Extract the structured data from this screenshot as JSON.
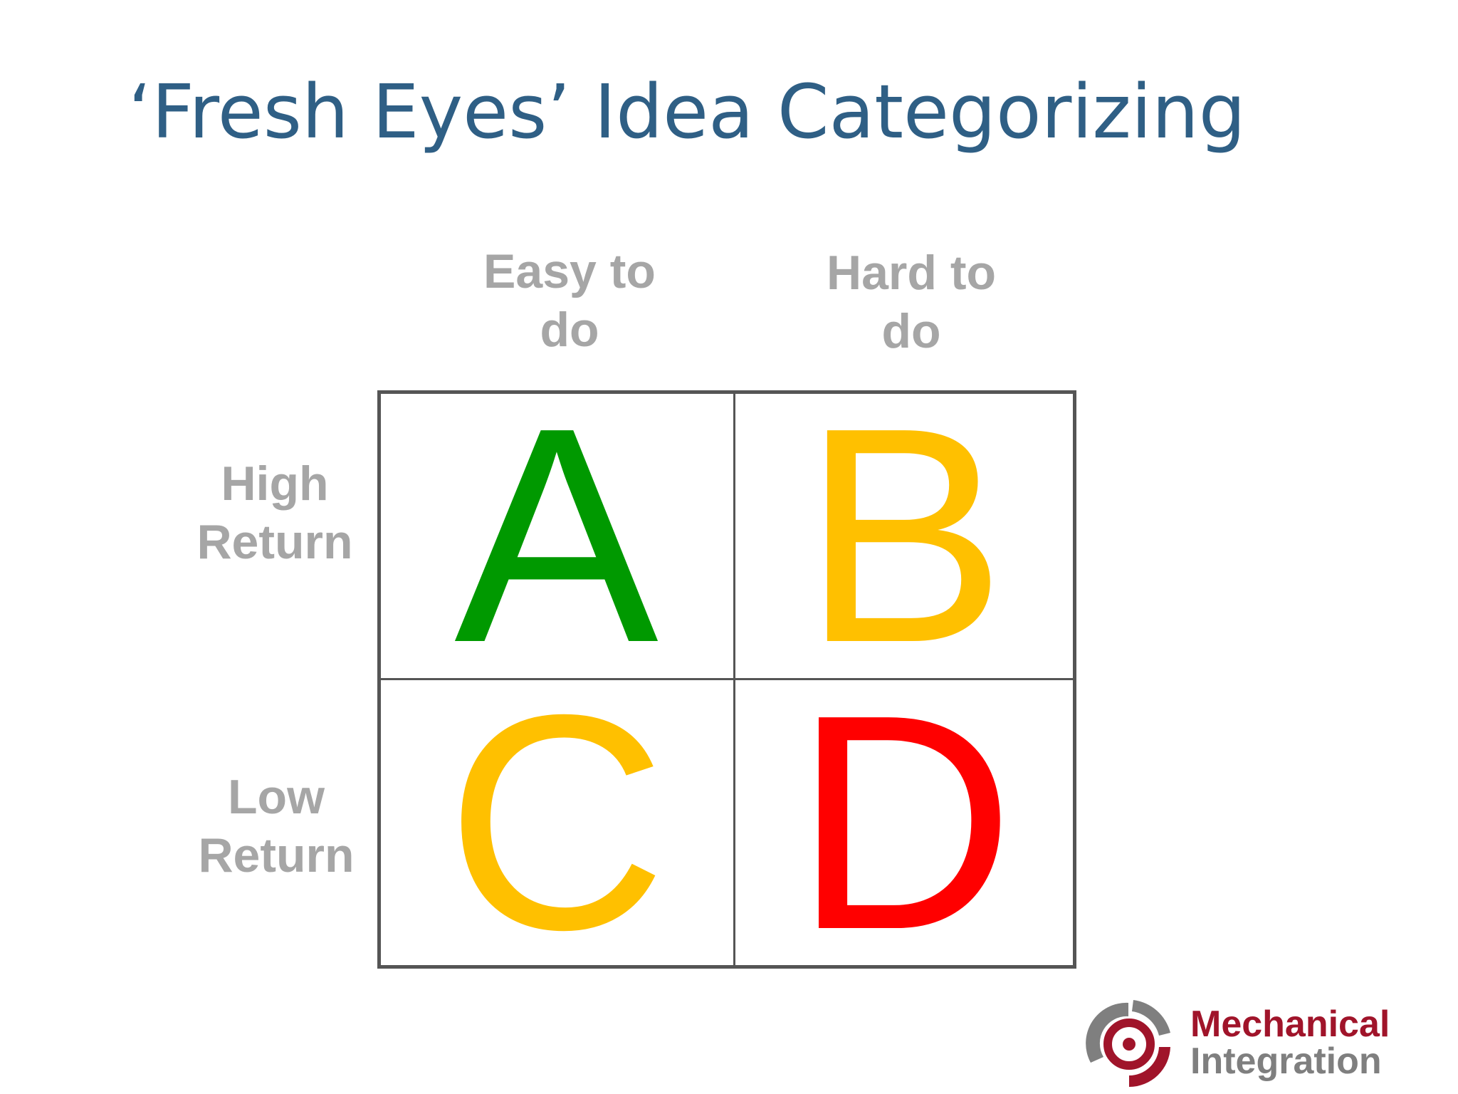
{
  "title": "‘Fresh Eyes’ Idea Categorizing",
  "columns": [
    {
      "line1": "Easy to",
      "line2": "do"
    },
    {
      "line1": "Hard to",
      "line2": "do"
    }
  ],
  "rows": [
    {
      "line1": "High",
      "line2": "Return"
    },
    {
      "line1": "Low",
      "line2": "Return"
    }
  ],
  "cells": [
    {
      "letter": "A",
      "color": "#009900"
    },
    {
      "letter": "B",
      "color": "#ffc000"
    },
    {
      "letter": "C",
      "color": "#ffc000"
    },
    {
      "letter": "D",
      "color": "#ff0000"
    }
  ],
  "colors": {
    "title": "#2f5f85",
    "label": "#a6a6a6",
    "grid": "#555555",
    "logo_primary": "#a0142a",
    "logo_secondary": "#7f7f7f"
  },
  "logo": {
    "line1": "Mechanical",
    "line2": "Integration"
  }
}
